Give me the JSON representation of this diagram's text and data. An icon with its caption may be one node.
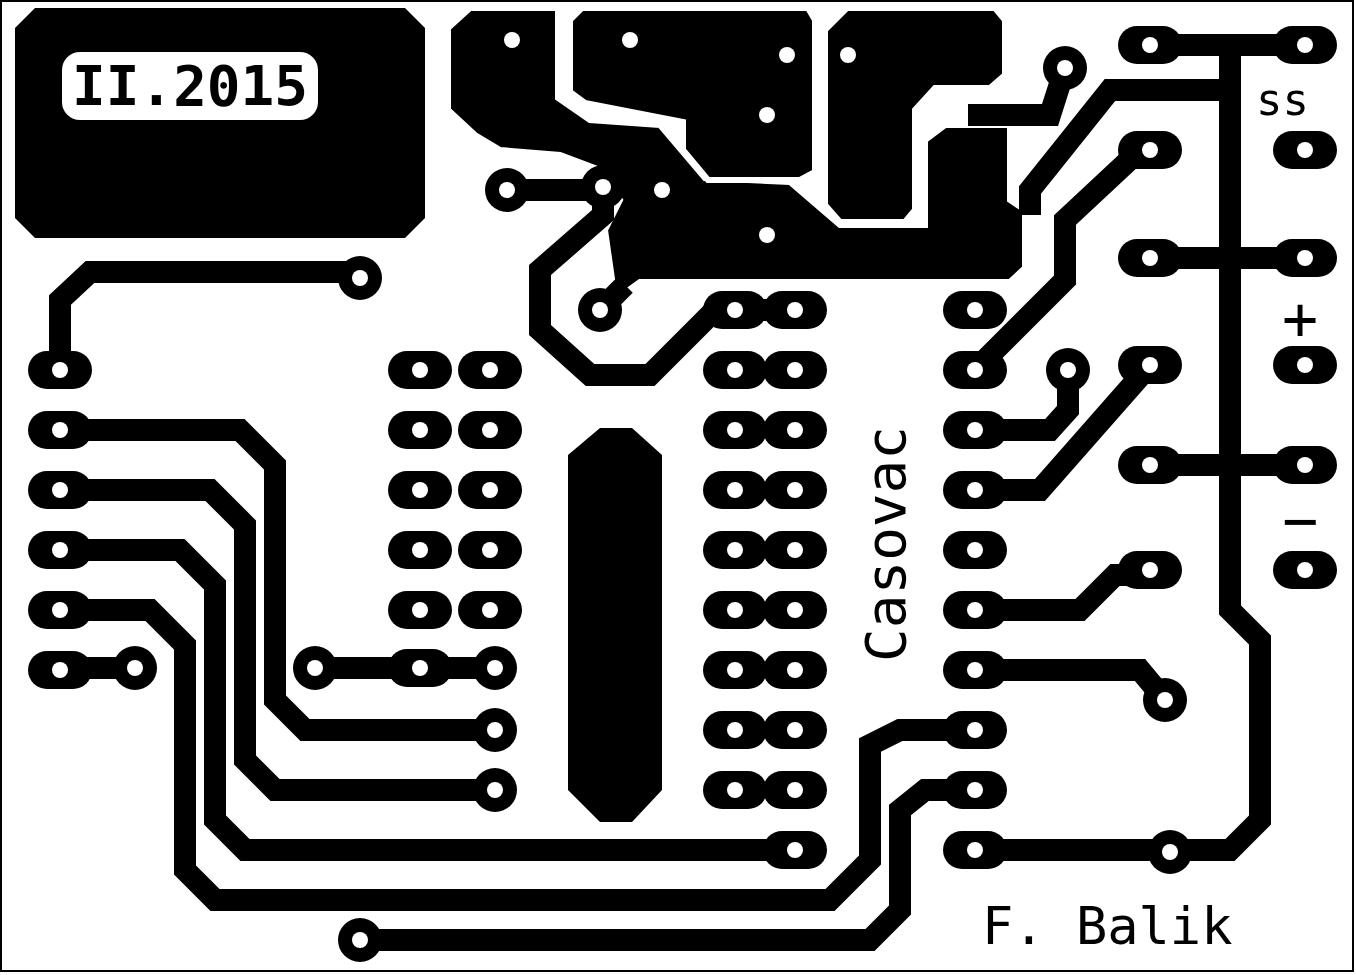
{
  "diagram": {
    "labels": [
      "II.2015",
      "ss",
      "+",
      "Casovac",
      "−",
      "F. Balik"
    ]
  }
}
